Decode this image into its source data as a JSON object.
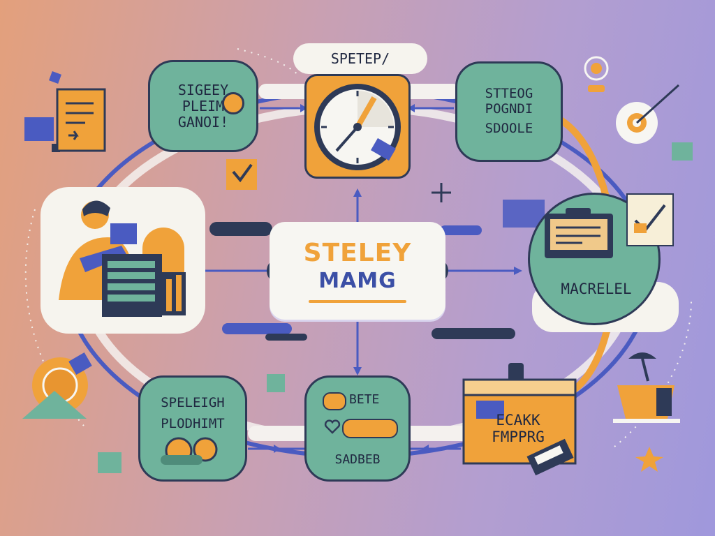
{
  "center": {
    "line1": "STELEY",
    "line2": "MAMG"
  },
  "nodes": {
    "top_left": {
      "line1": "SIGEEY",
      "line2": "PLEIM",
      "line3": "GANOI!"
    },
    "top_center": {
      "label": "SPETEP/"
    },
    "top_right": {
      "line1": "STTEOG",
      "line2": "POGNDI",
      "line3": "SDOOLE"
    },
    "right": {
      "label": "MACRELEL"
    },
    "bottom_left": {
      "line1": "SPELEIGH",
      "line2": "PLODHIMT"
    },
    "bottom_center": {
      "line1": "BETE",
      "line2": "SADBEB"
    },
    "bottom_right": {
      "line1": "ECAKK",
      "line2": "FMPPRG"
    }
  },
  "colors": {
    "teal": "#6fb39c",
    "orange": "#f0a23a",
    "navy": "#2e3a57",
    "blue": "#4a5bc1",
    "cream": "#f7f6f2"
  },
  "icons": [
    "clock-icon",
    "folder-icon",
    "document-icon",
    "checkbox-icon",
    "person-at-desk-icon",
    "bar-chart-icon",
    "coin-icon",
    "lamp-icon",
    "box-icon",
    "pill-capsule-icon",
    "target-icon"
  ]
}
